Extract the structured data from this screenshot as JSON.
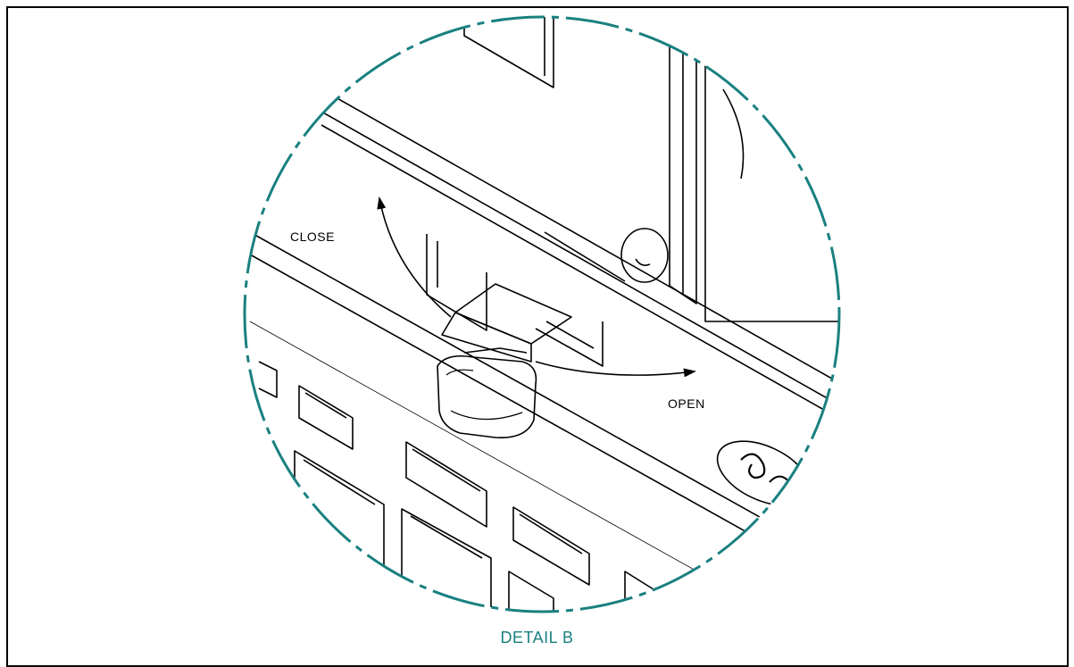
{
  "detail": {
    "caption": "DETAIL B",
    "close_label": "CLOSE",
    "open_label": "OPEN",
    "circle_color": "#1a8080",
    "line_color": "#000000"
  }
}
